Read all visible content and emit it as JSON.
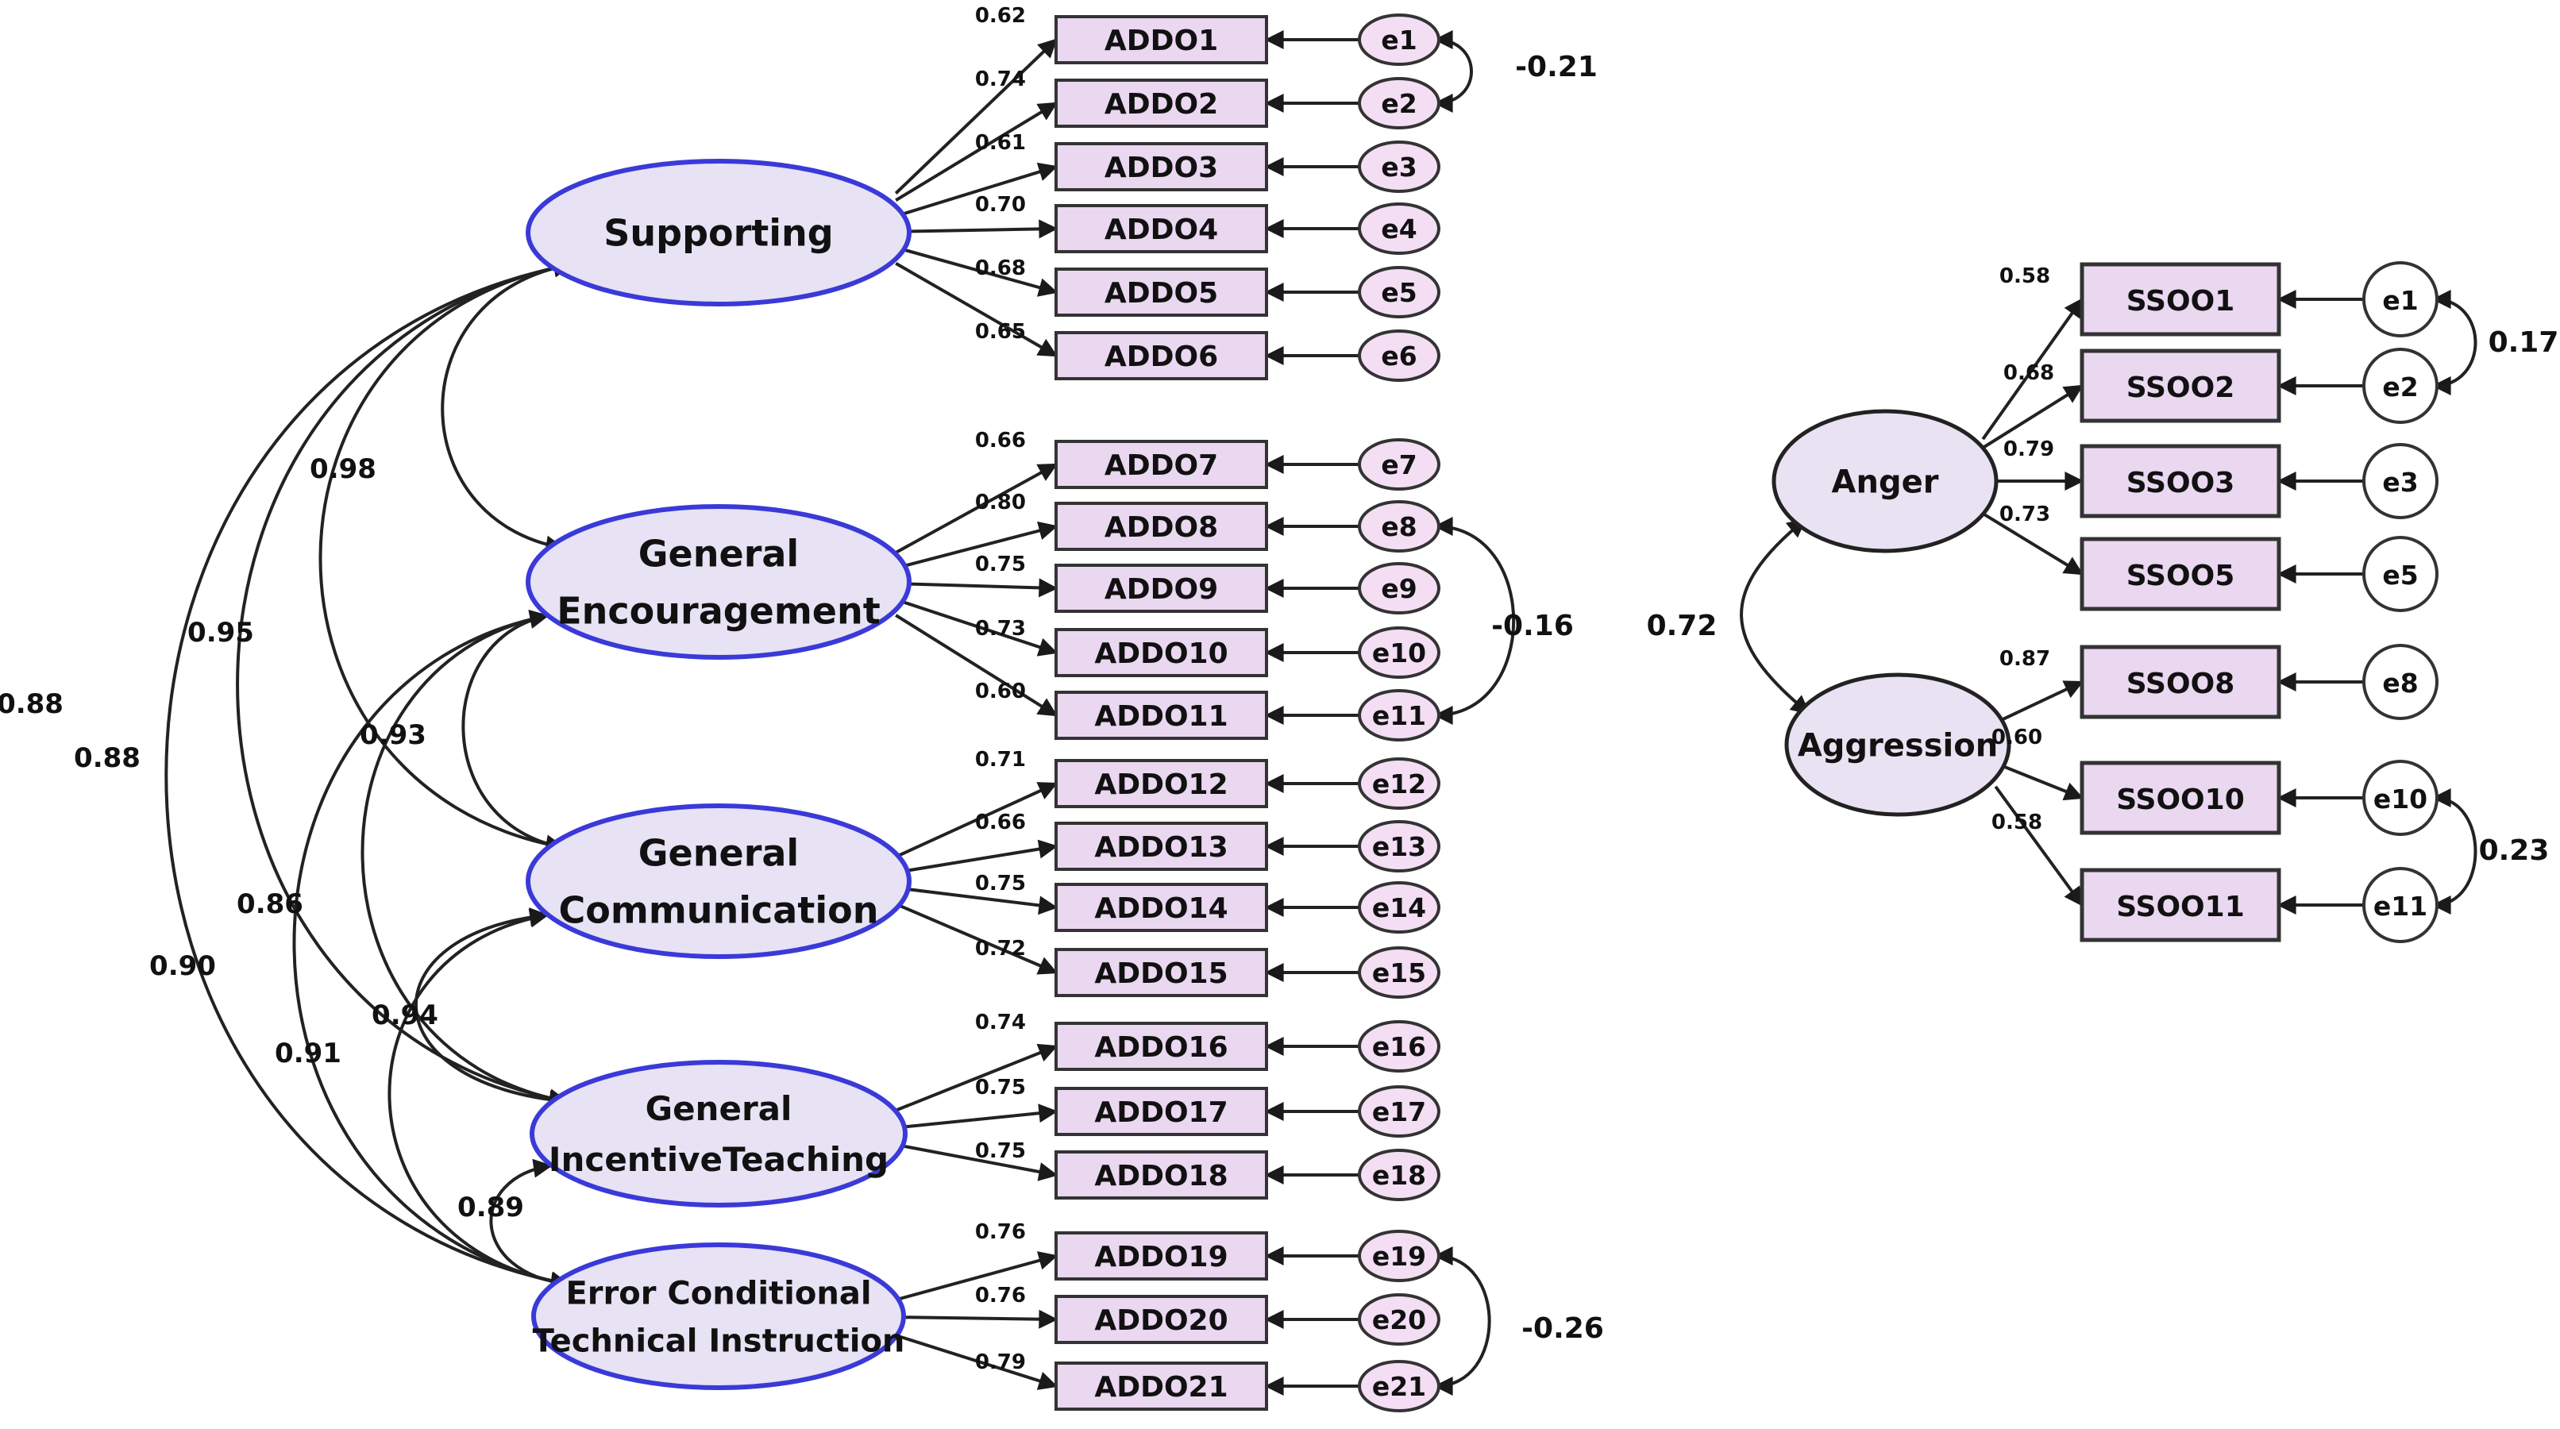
{
  "colors": {
    "latent_left_fill": "#e7e2f4",
    "latent_left_stroke": "#3a3ad8",
    "latent_right_fill": "#e9e2f2",
    "latent_right_stroke": "#222222",
    "observed_fill": "#ead7f0",
    "observed_stroke": "#333333",
    "error_left_fill": "#f3def4",
    "error_right_fill": "#ffffff",
    "line": "#222222"
  },
  "left_model": {
    "latents": [
      {
        "id": "supporting",
        "label_lines": [
          "Supporting"
        ]
      },
      {
        "id": "encouragement",
        "label_lines": [
          "General",
          "Encouragement"
        ]
      },
      {
        "id": "communication",
        "label_lines": [
          "General",
          "Communication"
        ]
      },
      {
        "id": "incentive",
        "label_lines": [
          "General",
          "IncentiveTeaching"
        ]
      },
      {
        "id": "error_conditional",
        "label_lines": [
          "Error Conditional",
          "Technical Instruction"
        ]
      }
    ],
    "observed": [
      {
        "label": "ADDO1",
        "error": "e1",
        "loading": "0.62",
        "factor": 0
      },
      {
        "label": "ADDO2",
        "error": "e2",
        "loading": "0.74",
        "factor": 0
      },
      {
        "label": "ADDO3",
        "error": "e3",
        "loading": "0.61",
        "factor": 0
      },
      {
        "label": "ADDO4",
        "error": "e4",
        "loading": "0.70",
        "factor": 0
      },
      {
        "label": "ADDO5",
        "error": "e5",
        "loading": "0.68",
        "factor": 0
      },
      {
        "label": "ADDO6",
        "error": "e6",
        "loading": "0.65",
        "factor": 0
      },
      {
        "label": "ADDO7",
        "error": "e7",
        "loading": "0.66",
        "factor": 1
      },
      {
        "label": "ADDO8",
        "error": "e8",
        "loading": "0.80",
        "factor": 1
      },
      {
        "label": "ADDO9",
        "error": "e9",
        "loading": "0.75",
        "factor": 1
      },
      {
        "label": "ADDO10",
        "error": "e10",
        "loading": "0.73",
        "factor": 1
      },
      {
        "label": "ADDO11",
        "error": "e11",
        "loading": "0.60",
        "factor": 1
      },
      {
        "label": "ADDO12",
        "error": "e12",
        "loading": "0.71",
        "factor": 2
      },
      {
        "label": "ADDO13",
        "error": "e13",
        "loading": "0.66",
        "factor": 2
      },
      {
        "label": "ADDO14",
        "error": "e14",
        "loading": "0.75",
        "factor": 2
      },
      {
        "label": "ADDO15",
        "error": "e15",
        "loading": "0.72",
        "factor": 2
      },
      {
        "label": "ADDO16",
        "error": "e16",
        "loading": "0.74",
        "factor": 3
      },
      {
        "label": "ADDO17",
        "error": "e17",
        "loading": "0.75",
        "factor": 3
      },
      {
        "label": "ADDO18",
        "error": "e18",
        "loading": "0.75",
        "factor": 3
      },
      {
        "label": "ADDO19",
        "error": "e19",
        "loading": "0.76",
        "factor": 4
      },
      {
        "label": "ADDO20",
        "error": "e20",
        "loading": "0.76",
        "factor": 4
      },
      {
        "label": "ADDO21",
        "error": "e21",
        "loading": "0.79",
        "factor": 4
      }
    ],
    "factor_correlations": [
      {
        "from": 0,
        "to": 1,
        "value": "0.98"
      },
      {
        "from": 0,
        "to": 2,
        "value": "0.95"
      },
      {
        "from": 0,
        "to": 3,
        "value": "0.88"
      },
      {
        "from": 0,
        "to": 4,
        "value": "0.88"
      },
      {
        "from": 1,
        "to": 2,
        "value": "0.93"
      },
      {
        "from": 1,
        "to": 3,
        "value": "0.86"
      },
      {
        "from": 1,
        "to": 4,
        "value": "0.90"
      },
      {
        "from": 2,
        "to": 3,
        "value": "0.94"
      },
      {
        "from": 2,
        "to": 4,
        "value": "0.91"
      },
      {
        "from": 3,
        "to": 4,
        "value": "0.89"
      }
    ],
    "error_covariances": [
      {
        "from": "e1",
        "to": "e2",
        "value": "-0.21"
      },
      {
        "from": "e8",
        "to": "e11",
        "value": "-0.16"
      },
      {
        "from": "e19",
        "to": "e21",
        "value": "-0.26"
      }
    ]
  },
  "right_model": {
    "latents": [
      {
        "id": "anger",
        "label_lines": [
          "Anger"
        ]
      },
      {
        "id": "aggression",
        "label_lines": [
          "Aggression"
        ]
      }
    ],
    "observed": [
      {
        "label": "SSOO1",
        "error": "e1",
        "loading": "0.58",
        "factor": 0
      },
      {
        "label": "SSOO2",
        "error": "e2",
        "loading": "0.68",
        "factor": 0
      },
      {
        "label": "SSOO3",
        "error": "e3",
        "loading": "0.79",
        "factor": 0
      },
      {
        "label": "SSOO5",
        "error": "e5",
        "loading": "0.73",
        "factor": 0
      },
      {
        "label": "SSOO8",
        "error": "e8",
        "loading": "0.87",
        "factor": 1
      },
      {
        "label": "SSOO10",
        "error": "e10",
        "loading": "0.60",
        "factor": 1
      },
      {
        "label": "SSOO11",
        "error": "e11",
        "loading": "0.58",
        "factor": 1
      }
    ],
    "factor_correlations": [
      {
        "from": 0,
        "to": 1,
        "value": "0.72"
      }
    ],
    "error_covariances": [
      {
        "from": "e1",
        "to": "e2",
        "value": "0.17"
      },
      {
        "from": "e10",
        "to": "e11",
        "value": "0.23"
      }
    ]
  }
}
